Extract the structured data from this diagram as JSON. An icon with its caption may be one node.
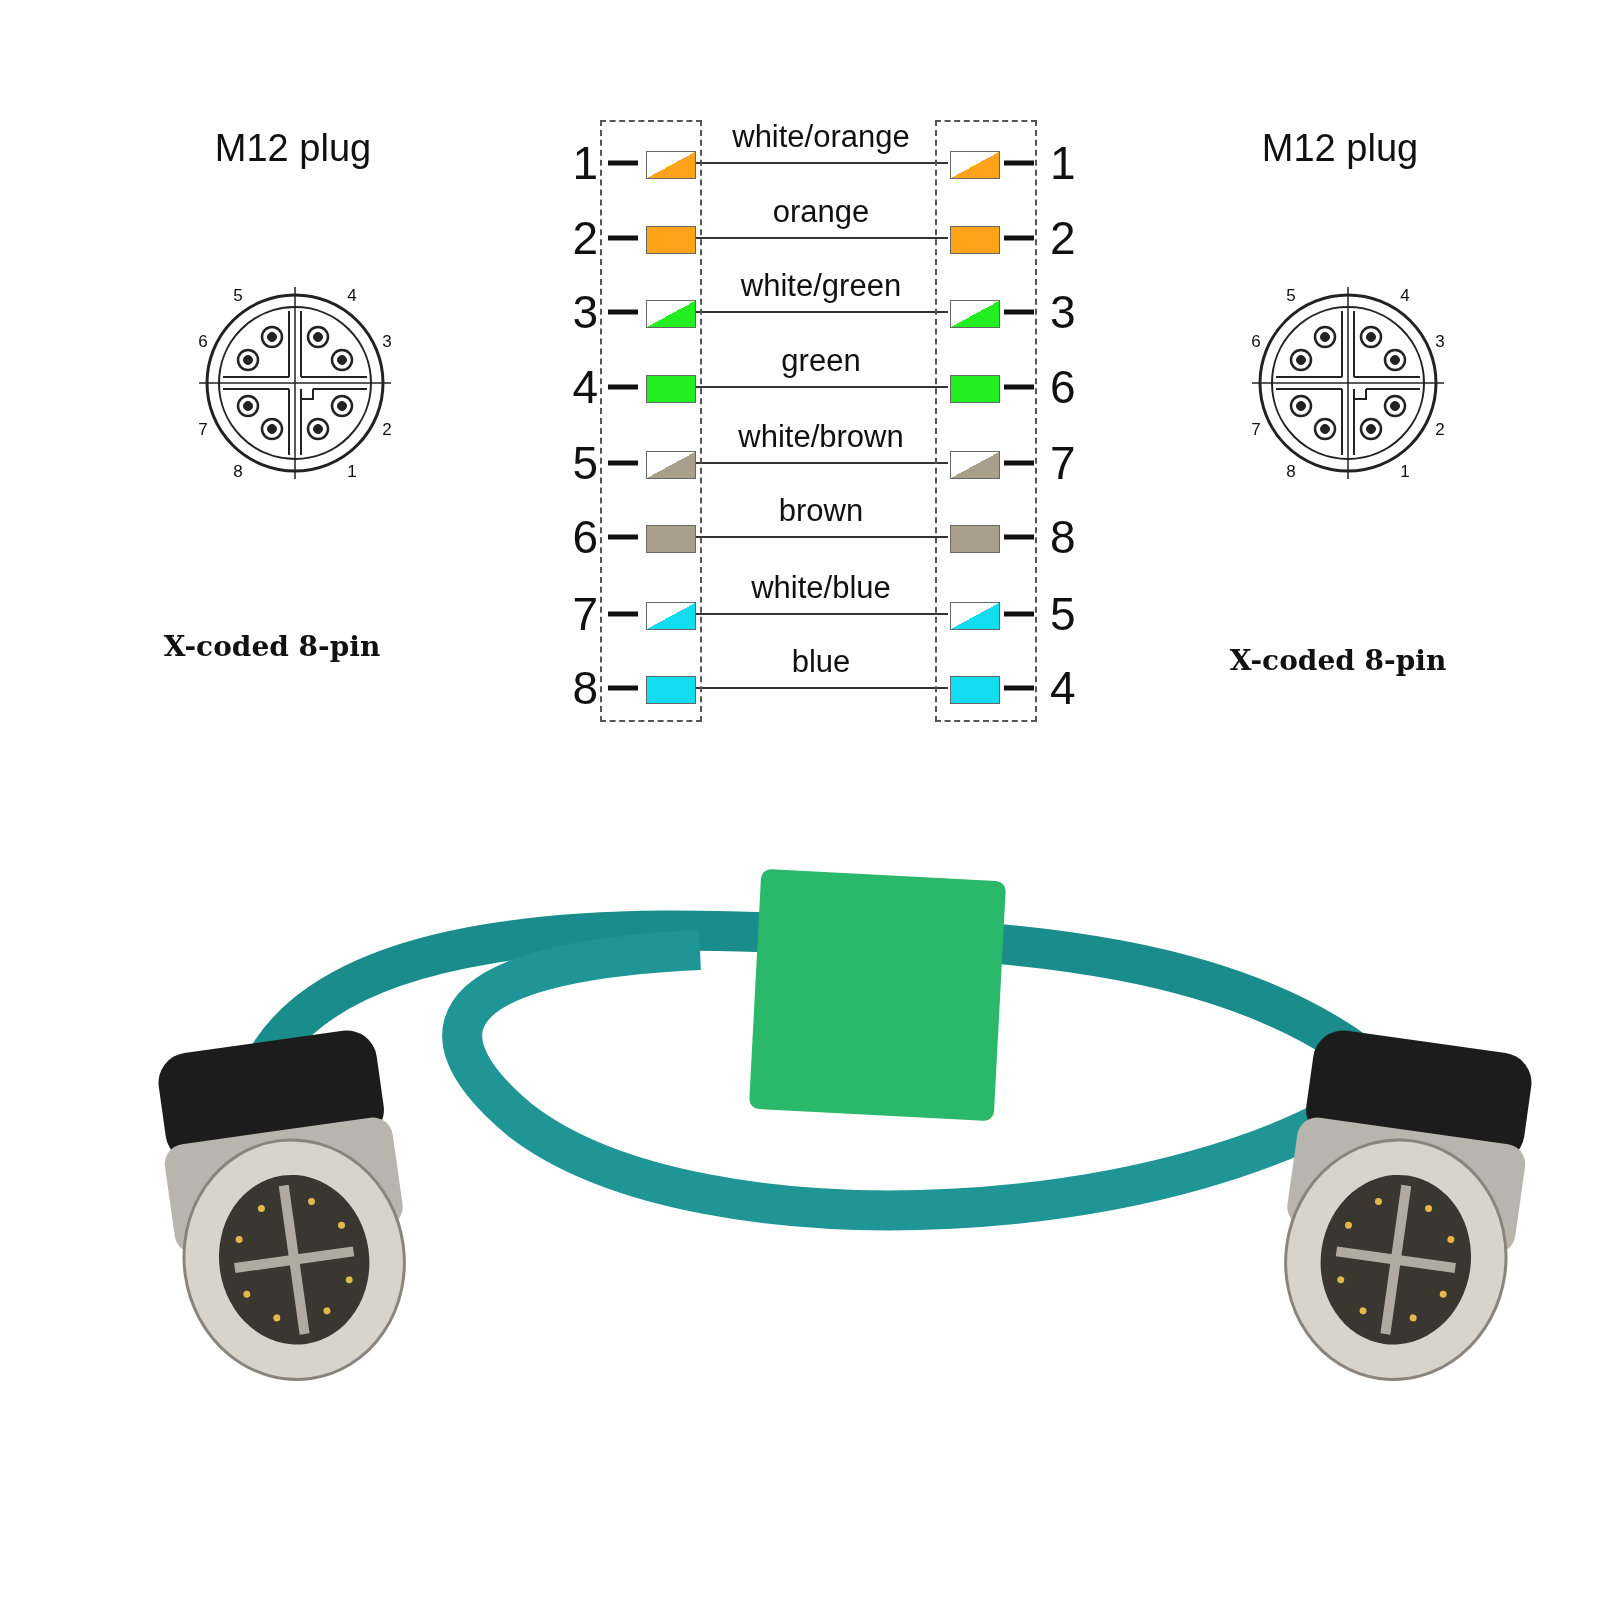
{
  "diagram": {
    "nodes": [
      {
        "text": [],
        "shape": "box"
      },
      {
        "text": [],
        "shape": "box"
      },
      {
        "text": [],
        "shape": "box",
        "in": 0,
        "beside": [
          "1"
        ]
      },
      {
        "text": [],
        "shape": "box",
        "in": 0,
        "beside": [
          "2"
        ]
      },
      {
        "text": [],
        "shape": "box",
        "in": 0,
        "beside": [
          "3"
        ]
      },
      {
        "text": [],
        "shape": "box",
        "in": 0,
        "beside": [
          "4"
        ]
      },
      {
        "text": [],
        "shape": "box",
        "in": 0,
        "beside": [
          "5"
        ]
      },
      {
        "text": [],
        "shape": "box",
        "in": 0,
        "beside": [
          "6"
        ]
      },
      {
        "text": [],
        "shape": "box",
        "in": 0,
        "beside": [
          "7"
        ]
      },
      {
        "text": [],
        "shape": "box",
        "in": 0,
        "beside": [
          "8"
        ]
      },
      {
        "text": [],
        "shape": "box",
        "in": 1,
        "beside": [
          "1"
        ]
      },
      {
        "text": [],
        "shape": "box",
        "in": 1,
        "beside": [
          "2"
        ]
      },
      {
        "text": [],
        "shape": "box",
        "in": 1,
        "beside": [
          "3"
        ]
      },
      {
        "text": [],
        "shape": "box",
        "in": 1,
        "beside": [
          "6"
        ]
      },
      {
        "text": [],
        "shape": "box",
        "in": 1,
        "beside": [
          "7"
        ]
      },
      {
        "text": [],
        "shape": "box",
        "in": 1,
        "beside": [
          "8"
        ]
      },
      {
        "text": [],
        "shape": "box",
        "in": 1,
        "beside": [
          "5"
        ]
      },
      {
        "text": [],
        "shape": "box",
        "in": 1,
        "beside": [
          "4"
        ]
      }
    ],
    "edges": [
      {
        "from": 2,
        "to": 10,
        "arrow": "none",
        "label": "white/orange"
      },
      {
        "from": 3,
        "to": 11,
        "arrow": "none",
        "label": "orange"
      },
      {
        "from": 4,
        "to": 12,
        "arrow": "none",
        "label": "white/green"
      },
      {
        "from": 5,
        "to": 13,
        "arrow": "none",
        "label": "green"
      },
      {
        "from": 6,
        "to": 14,
        "arrow": "none",
        "label": "white/brown"
      },
      {
        "from": 7,
        "to": 15,
        "arrow": "none",
        "label": "brown"
      },
      {
        "from": 8,
        "to": 16,
        "arrow": "none",
        "label": "white/blue"
      },
      {
        "from": 9,
        "to": 17,
        "arrow": "none",
        "label": "blue"
      }
    ],
    "labels": [
      "M12 plug",
      "M12 plug",
      "5",
      "4",
      "6",
      "3",
      "7",
      "2",
      "8",
      "1",
      "5",
      "4",
      "6",
      "3",
      "7",
      "2",
      "8",
      "1",
      "X-coded 8-pin",
      "X-coded 8-pin"
    ]
  }
}
